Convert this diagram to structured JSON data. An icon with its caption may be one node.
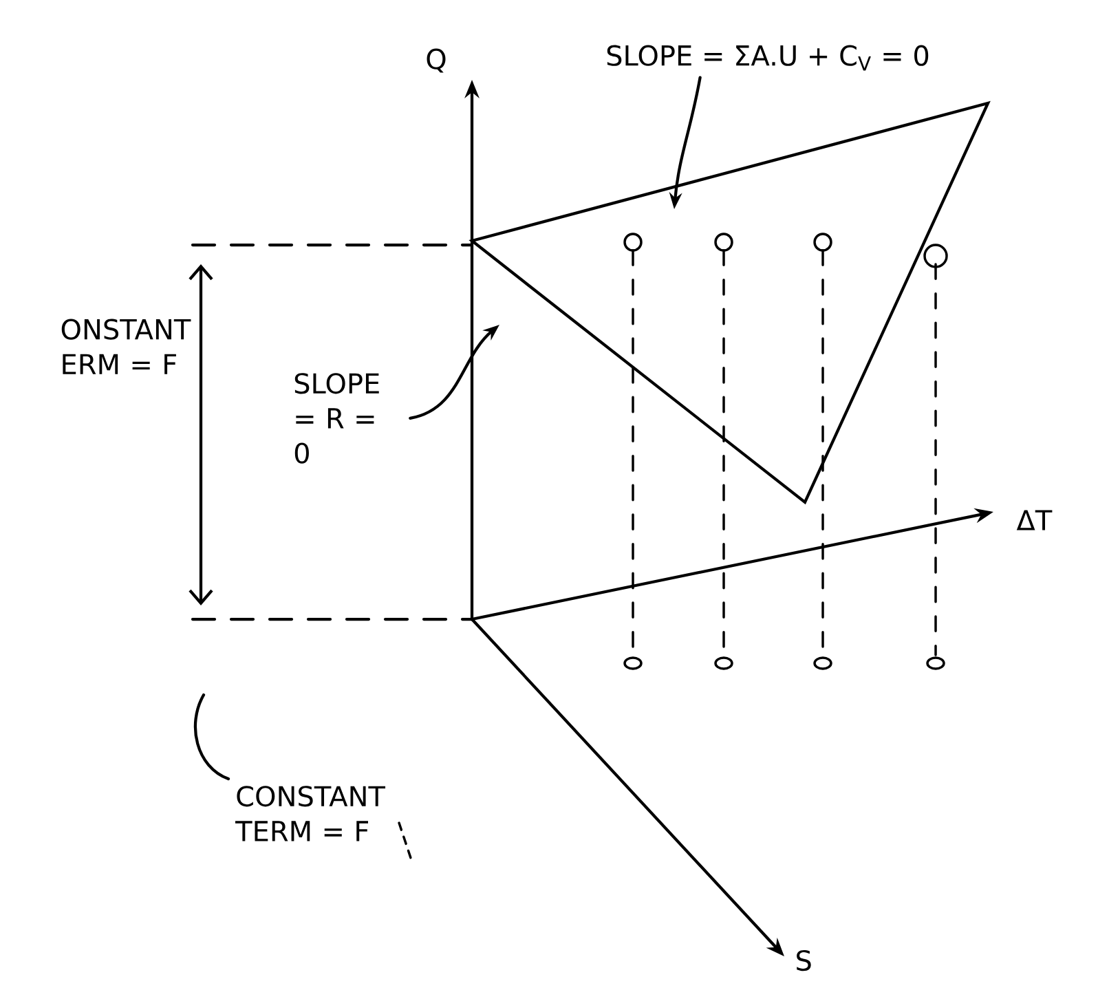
{
  "diagram": {
    "nodes": [
      {
        "text": [
          "SLOPE = ΣA.U + C$_{V}$ = 0"
        ]
      },
      {
        "text": [
          "SLOPE = R = 0"
        ]
      },
      {
        "text": [
          "CONSTANT TERM = F"
        ]
      }
    ],
    "edges": [
      {
        "from": 0,
        "to": null,
        "arrow": "to"
      },
      {
        "from": 1,
        "to": null,
        "arrow": "to"
      },
      {
        "from": 2,
        "to": null,
        "arrow": "none"
      }
    ],
    "labels": [
      "Q",
      "ONSTANT ERM = F",
      "ΔT",
      "S"
    ]
  }
}
